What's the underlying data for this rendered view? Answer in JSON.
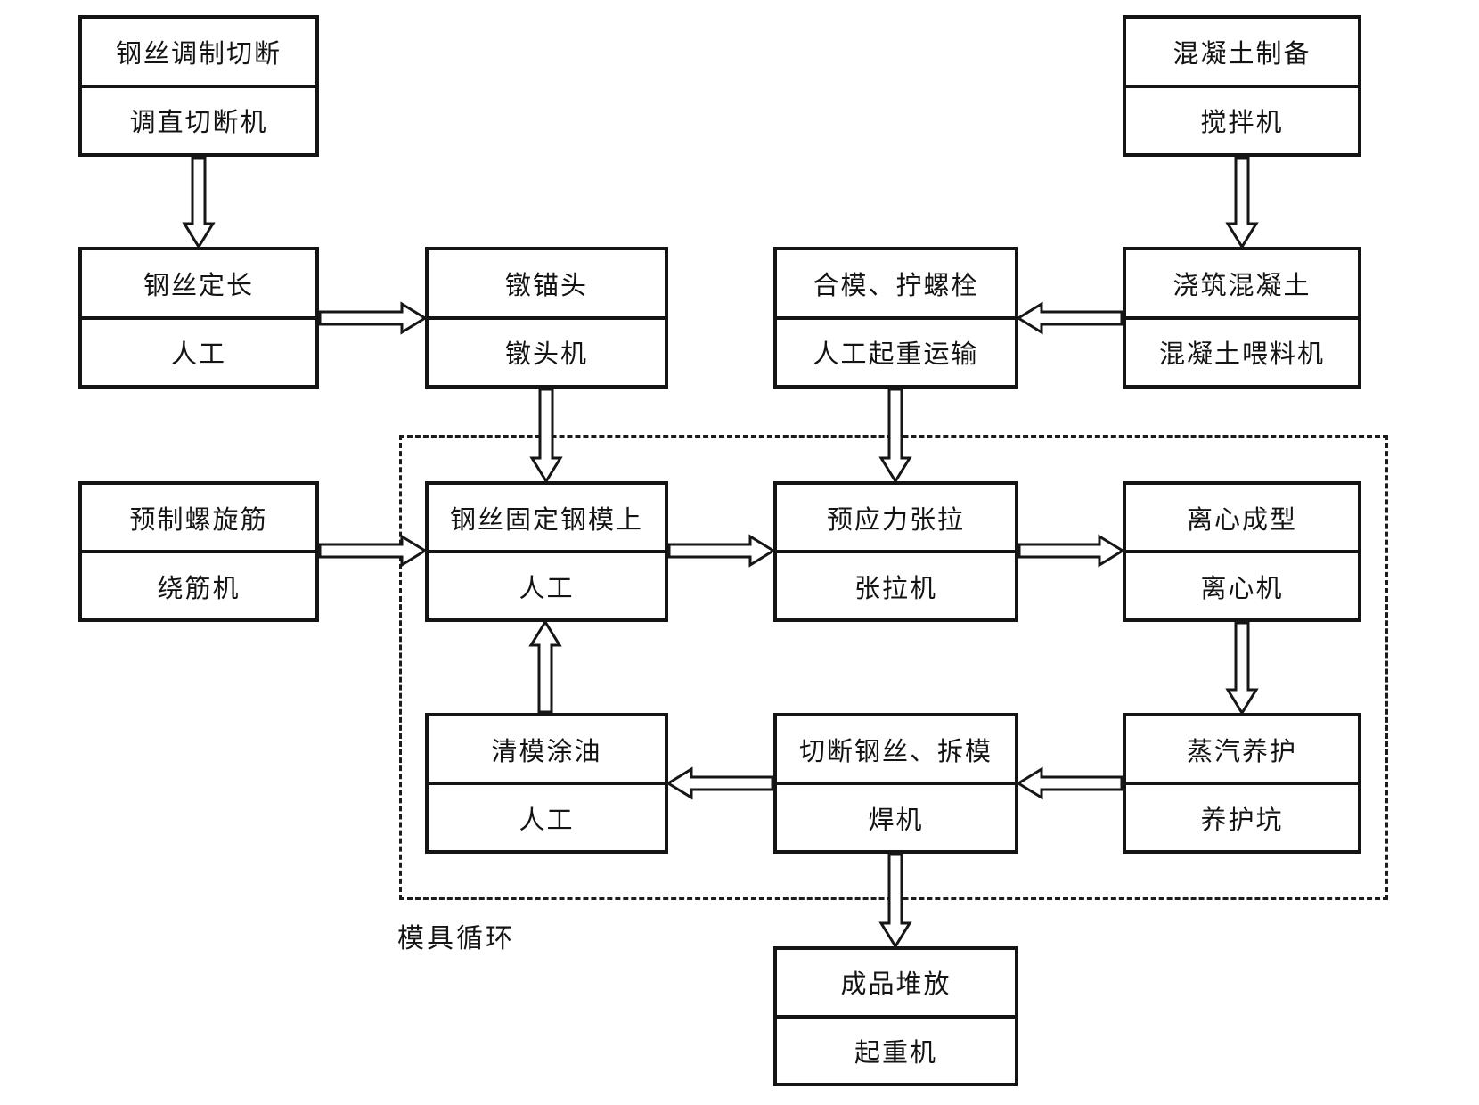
{
  "figure": {
    "background_color": "#ffffff",
    "line_color": "#141414",
    "text_color": "#141414",
    "region_label": "模具循环"
  },
  "boxes": [
    {
      "process": "钢丝调制切断",
      "resource": "调直切断机"
    },
    {
      "process": "混凝土制备",
      "resource": "搅拌机"
    },
    {
      "process": "钢丝定长",
      "resource": "人工"
    },
    {
      "process": "镦锚头",
      "resource": "镦头机"
    },
    {
      "process": "合模、拧螺栓",
      "resource": "人工起重运输"
    },
    {
      "process": "浇筑混凝土",
      "resource": "混凝土喂料机"
    },
    {
      "process": "预制螺旋筋",
      "resource": "绕筋机"
    },
    {
      "process": "钢丝固定钢模上",
      "resource": "人工"
    },
    {
      "process": "预应力张拉",
      "resource": "张拉机"
    },
    {
      "process": "离心成型",
      "resource": "离心机"
    },
    {
      "process": "清模涂油",
      "resource": "人工"
    },
    {
      "process": "切断钢丝、拆模",
      "resource": "焊机"
    },
    {
      "process": "蒸汽养护",
      "resource": "养护坑"
    },
    {
      "process": "成品堆放",
      "resource": "起重机"
    }
  ],
  "flows": [
    {
      "from": "钢丝调制切断",
      "to": "钢丝定长"
    },
    {
      "from": "钢丝定长",
      "to": "镦锚头"
    },
    {
      "from": "镦锚头",
      "to": "钢丝固定钢模上"
    },
    {
      "from": "混凝土制备",
      "to": "浇筑混凝土"
    },
    {
      "from": "浇筑混凝土",
      "to": "合模、拧螺栓"
    },
    {
      "from": "合模、拧螺栓",
      "to": "预应力张拉"
    },
    {
      "from": "预制螺旋筋",
      "to": "钢丝固定钢模上"
    },
    {
      "from": "钢丝固定钢模上",
      "to": "预应力张拉"
    },
    {
      "from": "预应力张拉",
      "to": "离心成型"
    },
    {
      "from": "离心成型",
      "to": "蒸汽养护"
    },
    {
      "from": "蒸汽养护",
      "to": "切断钢丝、拆模"
    },
    {
      "from": "切断钢丝、拆模",
      "to": "清模涂油"
    },
    {
      "from": "清模涂油",
      "to": "钢丝固定钢模上"
    },
    {
      "from": "切断钢丝、拆模",
      "to": "成品堆放"
    }
  ]
}
